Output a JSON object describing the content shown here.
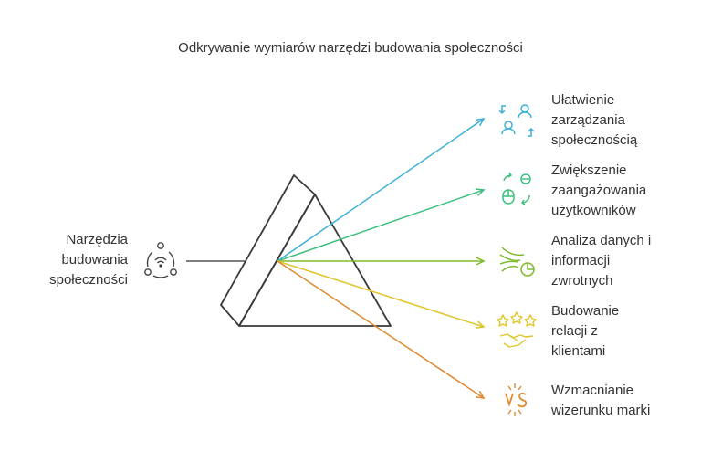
{
  "title": "Odkrywanie wymiarów narzędzi budowania społeczności",
  "source": {
    "lines": [
      "Narzędzia",
      "budowania",
      "społeczności"
    ],
    "icon": "community-network-icon"
  },
  "outputs": [
    {
      "lines": [
        "Ułatwienie",
        "zarządzania",
        "społecznością"
      ],
      "color": "#3bb0d8",
      "icon": "user-exchange-icon"
    },
    {
      "lines": [
        "Zwiększenie",
        "zaangażowania",
        "użytkowników"
      ],
      "color": "#3fbf7f",
      "icon": "engagement-icon"
    },
    {
      "lines": [
        "Analiza danych i",
        "informacji",
        "zwrotnych"
      ],
      "color": "#7fba2f",
      "icon": "data-analysis-icon"
    },
    {
      "lines": [
        "Budowanie",
        "relacji z",
        "klientami"
      ],
      "color": "#e0c52a",
      "icon": "handshake-stars-icon"
    },
    {
      "lines": [
        "Wzmacnianie",
        "wizerunku marki"
      ],
      "color": "#e0892f",
      "icon": "vs-brand-icon"
    }
  ]
}
